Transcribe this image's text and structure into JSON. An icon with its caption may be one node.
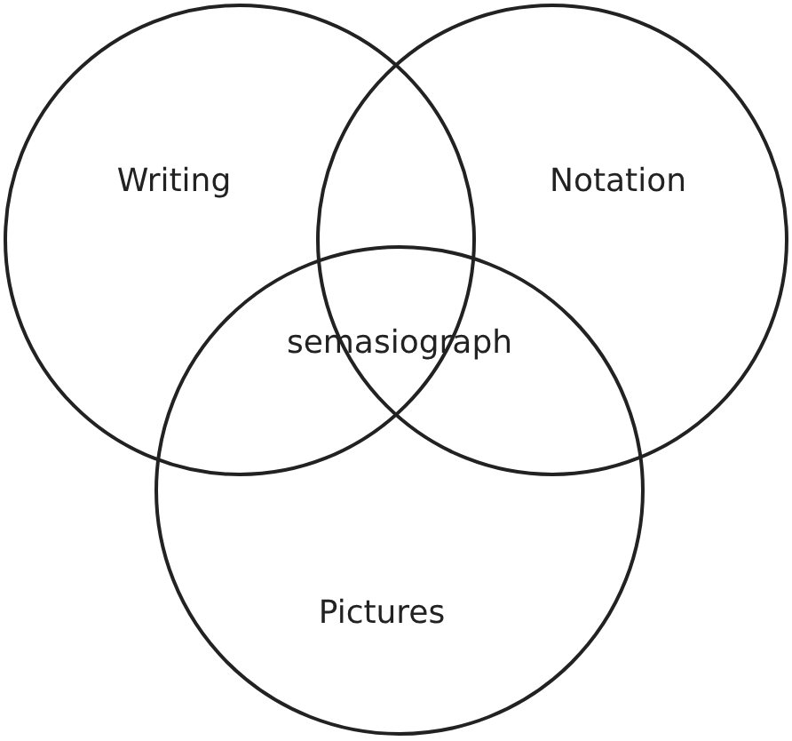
{
  "diagram": {
    "nodes": [
      {
        "text": [
          "Writing"
        ]
      },
      {
        "text": [
          "Notation"
        ]
      },
      {
        "text": [
          "Pictures"
        ]
      }
    ],
    "labels": [
      "semasiograph"
    ]
  }
}
